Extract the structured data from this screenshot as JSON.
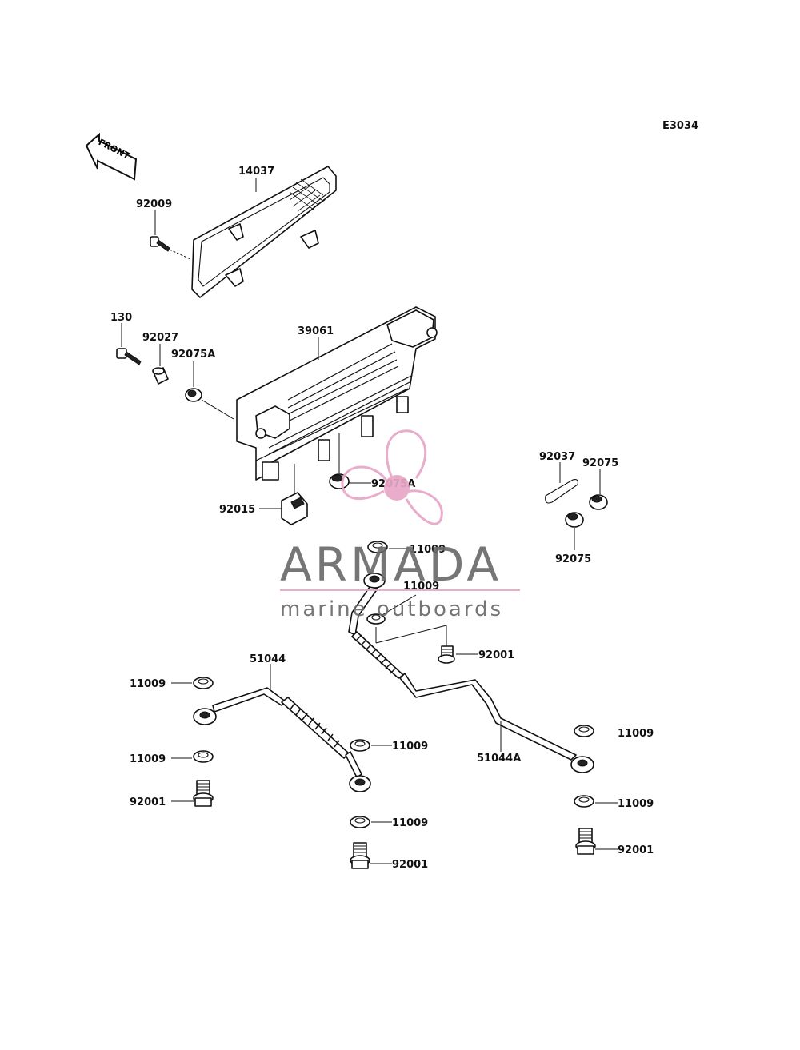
{
  "diagram": {
    "code": "E3034",
    "front_arrow_text": "FRONT",
    "labels": {
      "p14037": "14037",
      "p92009": "92009",
      "p130": "130",
      "p92027": "92027",
      "p92075A_top": "92075A",
      "p39061": "39061",
      "p92075A_mid": "92075A",
      "p92015": "92015",
      "p92037": "92037",
      "p92075_a": "92075",
      "p92075_b": "92075",
      "p11009_1": "11009",
      "p11009_2": "11009",
      "p92001_1": "92001",
      "p51044": "51044",
      "p11009_3": "11009",
      "p11009_4": "11009",
      "p92001_2": "92001",
      "p11009_5": "11009",
      "p11009_6": "11009",
      "p92001_3": "92001",
      "p51044A": "51044A",
      "p11009_7": "11009",
      "p11009_8": "11009",
      "p92001_4": "92001"
    }
  },
  "watermark": {
    "brand": "ARMADA",
    "tagline": "marine outboards",
    "brand_color": "#6b6b6b",
    "accent_color": "#e8a6c6"
  }
}
